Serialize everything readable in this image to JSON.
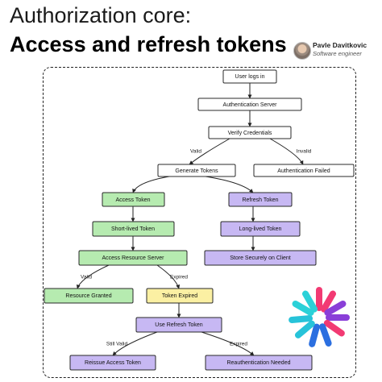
{
  "header": {
    "title_line1": "Authorization core:",
    "title_line2": "Access and refresh tokens"
  },
  "author": {
    "name": "Pavle Davitkovic",
    "role": "Software engineer"
  },
  "colors": {
    "white": "#ffffff",
    "green": "#b6ebb0",
    "purple": "#c7b8f3",
    "yellow": "#fbf0a3",
    "stroke": "#2a2a2a"
  },
  "flowchart": {
    "nodes": {
      "user_logs_in": "User logs in",
      "auth_server": "Authentication Server",
      "verify": "Verify Credentials",
      "generate": "Generate Tokens",
      "auth_failed": "Authentication Failed",
      "access_token": "Access Token",
      "refresh_token": "Refresh Token",
      "short_lived": "Short-lived Token",
      "long_lived": "Long-lived Token",
      "access_resource": "Access Resource Server",
      "store_securely": "Store Securely on Client",
      "resource_granted": "Resource Granted",
      "token_expired": "Token Expired",
      "use_refresh": "Use Refresh Token",
      "reissue": "Reissue Access Token",
      "reauth": "Reauthentication Needed"
    },
    "edge_labels": {
      "valid": "Valid",
      "invalid": "Invalid",
      "valid2": "Valid",
      "expired": "Expired",
      "still_valid": "Still Valid",
      "expired2": "Expired"
    }
  }
}
